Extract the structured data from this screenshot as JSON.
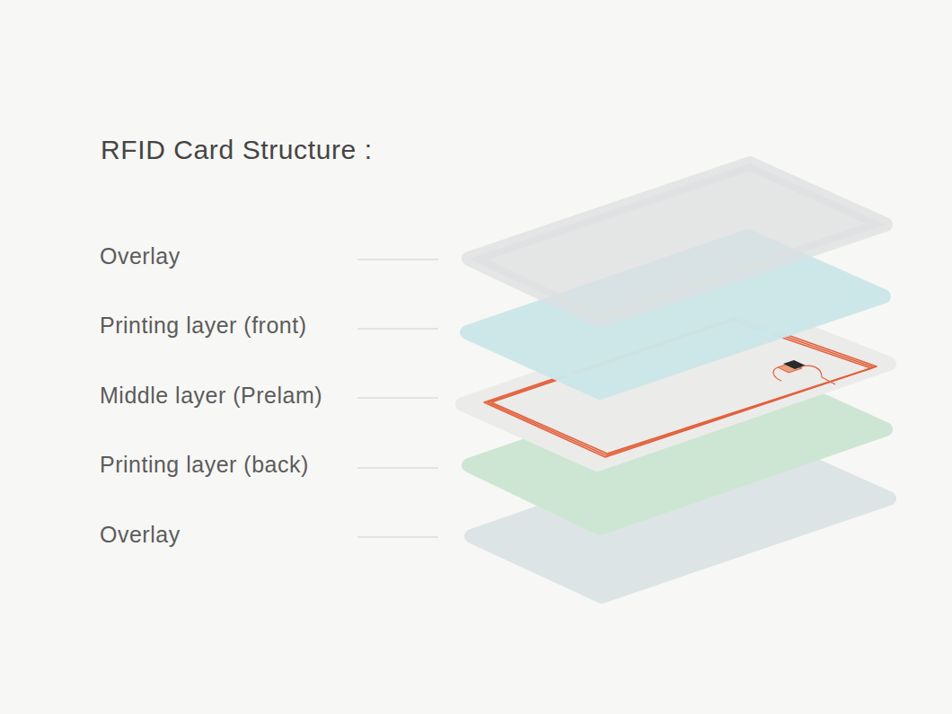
{
  "diagram": {
    "title": "RFID Card Structure :",
    "labels": [
      "Overlay",
      "Printing layer (front)",
      "Middle layer (Prelam)",
      "Printing layer (back)",
      "Overlay"
    ]
  }
}
